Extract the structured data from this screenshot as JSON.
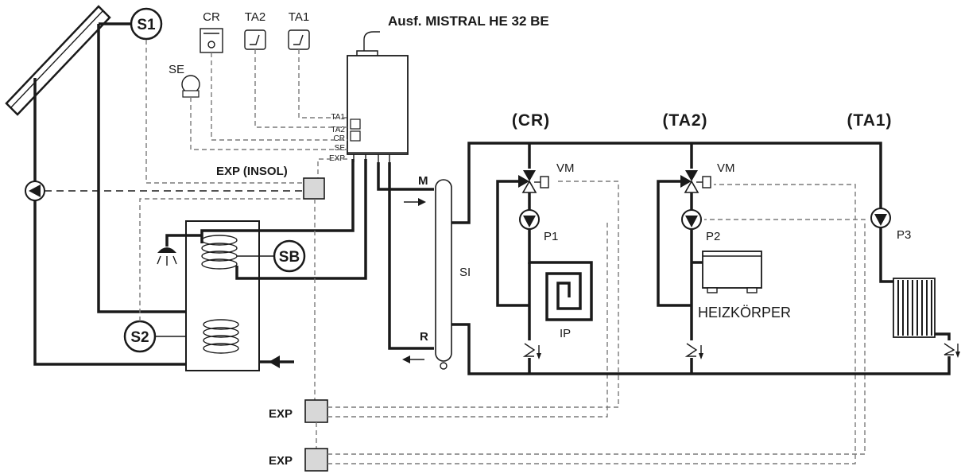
{
  "title": "Ausf. MISTRAL HE 32 BE",
  "sensors": {
    "s1": "S1",
    "s2": "S2",
    "sb": "SB",
    "se": "SE"
  },
  "controls": {
    "cr": "CR",
    "ta2": "TA2",
    "ta1": "TA1"
  },
  "boiler_terminals": [
    "TA1",
    "TA2",
    "CR",
    "SE",
    "EXP"
  ],
  "exp_insol": "EXP (INSOL)",
  "exp_1": "EXP",
  "exp_2": "EXP",
  "flow_label": "M",
  "return_label": "R",
  "separator_label": "SI",
  "zones": {
    "cr": "(CR)",
    "ta2": "(TA2)",
    "ta1": "(TA1)"
  },
  "valves": {
    "vm1": "VM",
    "vm2": "VM"
  },
  "pumps": {
    "p1": "P1",
    "p2": "P2",
    "p3": "P3"
  },
  "floor_heating": "IP",
  "radiator": "HEIZKÖRPER"
}
